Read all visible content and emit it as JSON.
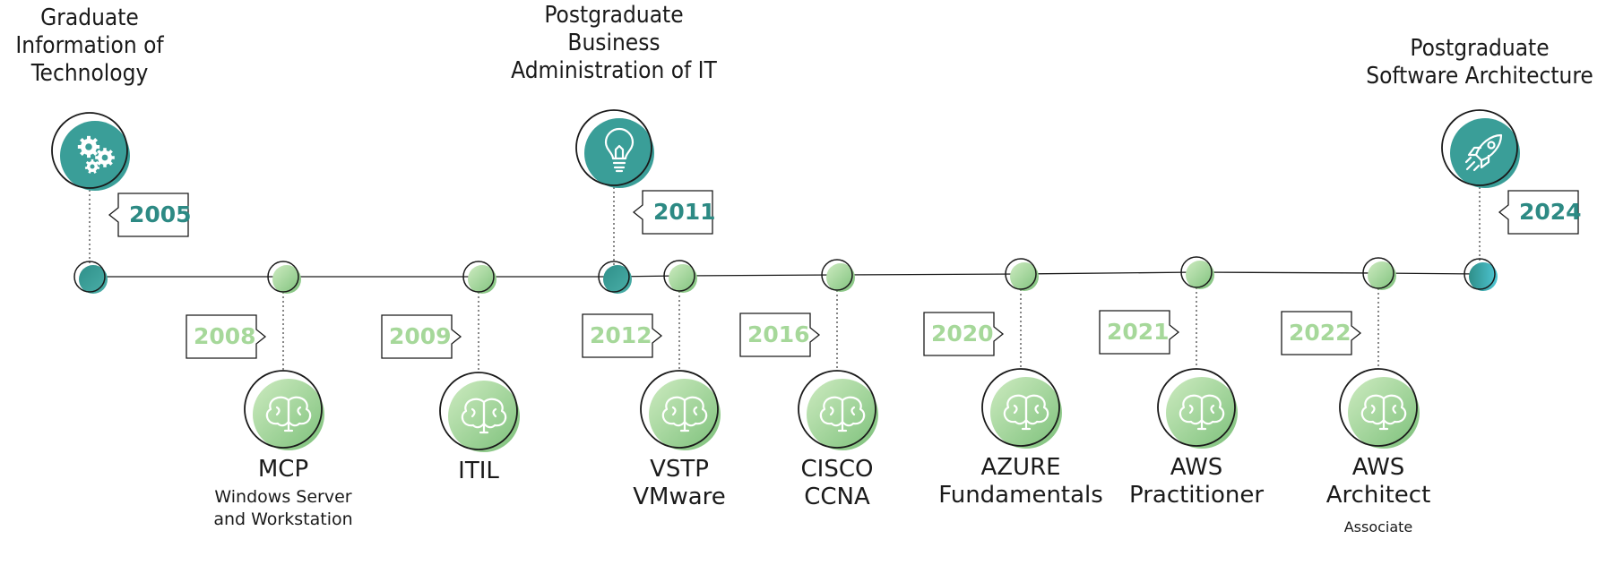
{
  "colors": {
    "teal": "#3a9e98",
    "green_light": "#b5e1a7",
    "green_dark": "#7cc07a",
    "line": "#1a1a1a"
  },
  "milestones": [
    {
      "id": "graduate-it",
      "kind": "major",
      "position": "top",
      "year": "2005",
      "title_lines": [
        "Graduate",
        "Information of",
        "Technology"
      ],
      "icon": "gears-icon"
    },
    {
      "id": "mcp",
      "kind": "cert",
      "position": "bottom",
      "year": "2008",
      "title_lines": [
        "MCP"
      ],
      "sub_lines": [
        "Windows Server",
        "and Workstation"
      ],
      "icon": "brain-icon"
    },
    {
      "id": "itil",
      "kind": "cert",
      "position": "bottom",
      "year": "2009",
      "title_lines": [
        "ITIL"
      ],
      "icon": "brain-icon"
    },
    {
      "id": "postgrad-business",
      "kind": "major",
      "position": "top",
      "year": "2011",
      "title_lines": [
        "Postgraduate",
        "Business",
        "Administration of IT"
      ],
      "icon": "lightbulb-icon"
    },
    {
      "id": "vstp",
      "kind": "cert",
      "position": "bottom",
      "year": "2012",
      "title_lines": [
        "VSTP",
        "VMware"
      ],
      "icon": "brain-icon"
    },
    {
      "id": "cisco",
      "kind": "cert",
      "position": "bottom",
      "year": "2016",
      "title_lines": [
        "CISCO",
        "CCNA"
      ],
      "icon": "brain-icon"
    },
    {
      "id": "azure",
      "kind": "cert",
      "position": "bottom",
      "year": "2020",
      "title_lines": [
        "AZURE",
        "Fundamentals"
      ],
      "icon": "brain-icon"
    },
    {
      "id": "aws-practitioner",
      "kind": "cert",
      "position": "bottom",
      "year": "2021",
      "title_lines": [
        "AWS",
        "Practitioner"
      ],
      "icon": "brain-icon"
    },
    {
      "id": "aws-architect",
      "kind": "cert",
      "position": "bottom",
      "year": "2022",
      "title_lines": [
        "AWS",
        "Architect"
      ],
      "sub_lines": [
        "Associate"
      ],
      "icon": "brain-icon"
    },
    {
      "id": "postgrad-software",
      "kind": "major",
      "position": "top",
      "year": "2024",
      "title_lines": [
        "Postgraduate",
        "Software Architecture"
      ],
      "icon": "rocket-icon"
    }
  ]
}
